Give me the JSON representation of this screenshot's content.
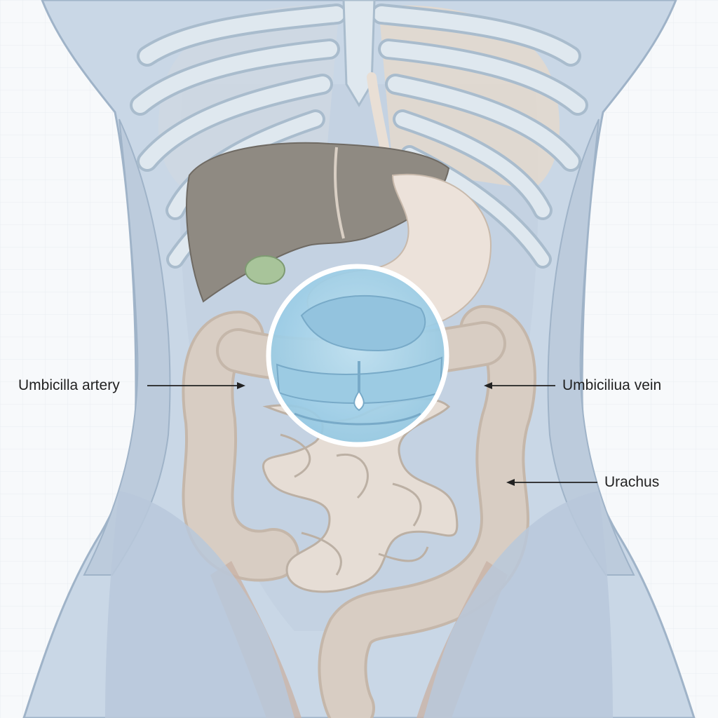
{
  "labels": {
    "left": "Umbicilla artery",
    "right_upper": "Umbiciliua vein",
    "right_lower": "Urachus"
  },
  "colors": {
    "background": "#f7f9fb",
    "body": "#c9d7e6",
    "body_outline": "#9fb3c8",
    "ribs": "#dfe8ef",
    "rib_outline": "#a9bccd",
    "liver": "#8f8a82",
    "gallbladder": "#a8c49a",
    "stomach": "#ece2da",
    "intestine": "#e6ddd5",
    "colon": "#d8cdc3",
    "magnifier_fill": "#a8d4ea",
    "magnifier_ring": "#ffffff",
    "leader_line": "#222222"
  }
}
